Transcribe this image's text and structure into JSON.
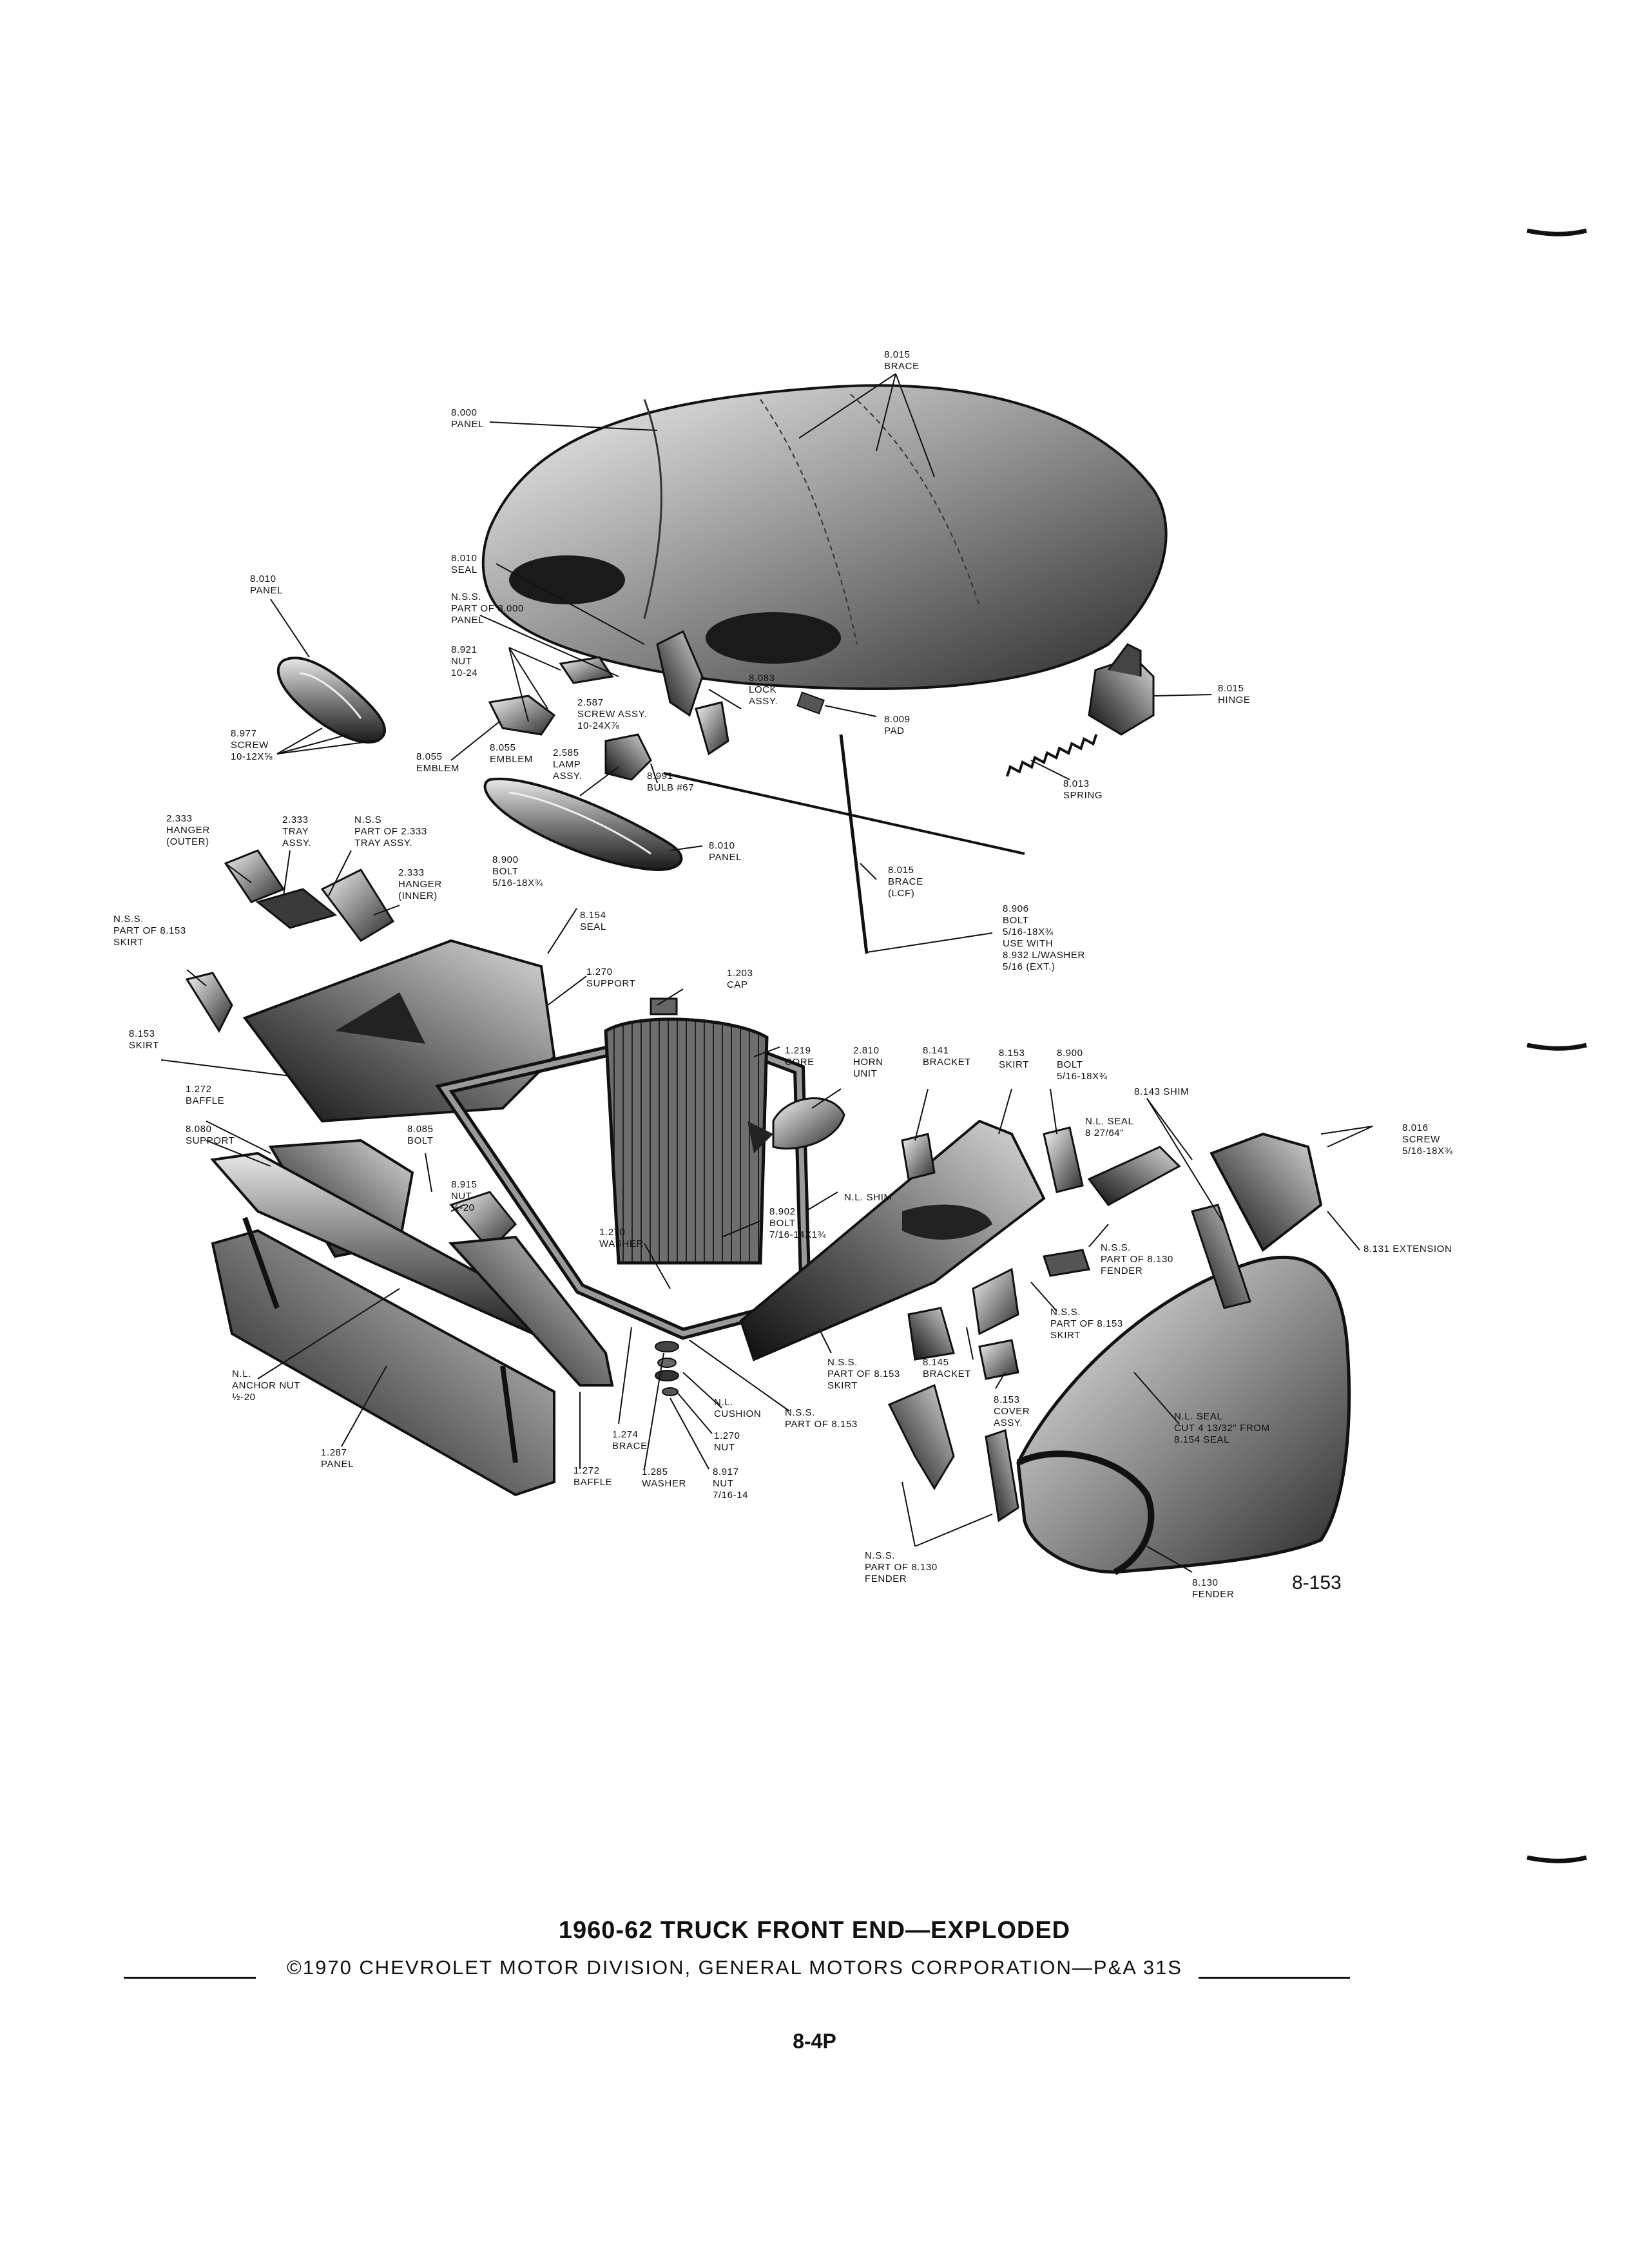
{
  "page": {
    "title": "1960-62 TRUCK FRONT END—EXPLODED",
    "copyright": "©1970 CHEVROLET MOTOR DIVISION, GENERAL MOTORS CORPORATION—P&A 31S",
    "page_number": "8-4P",
    "figure_number": "8-153"
  },
  "callouts": [
    {
      "id": "brace-8015-top",
      "lines": [
        "8.015",
        "BRACE"
      ]
    },
    {
      "id": "panel-8000",
      "lines": [
        "8.000",
        "PANEL"
      ]
    },
    {
      "id": "seal-8010",
      "lines": [
        "8.010",
        "SEAL"
      ]
    },
    {
      "id": "nss-part-8000",
      "lines": [
        "N.S.S.",
        "PART OF 8.000",
        "PANEL"
      ]
    },
    {
      "id": "panel-8010-left",
      "lines": [
        "8.010",
        "PANEL"
      ]
    },
    {
      "id": "nut-8921",
      "lines": [
        "8.921",
        "NUT",
        "10-24"
      ]
    },
    {
      "id": "screw-2587",
      "lines": [
        "2.587",
        "SCREW ASSY.",
        "10-24x⅞"
      ]
    },
    {
      "id": "lock-8083",
      "lines": [
        "8.083",
        "LOCK",
        "ASSY."
      ]
    },
    {
      "id": "pad-8009",
      "lines": [
        "8.009",
        "PAD"
      ]
    },
    {
      "id": "hinge-8015",
      "lines": [
        "8.015",
        "HINGE"
      ]
    },
    {
      "id": "screw-8977",
      "lines": [
        "8.977",
        "SCREW",
        "10-12x⅝"
      ]
    },
    {
      "id": "emblem-8055-a",
      "lines": [
        "8.055",
        "EMBLEM"
      ]
    },
    {
      "id": "emblem-8055-b",
      "lines": [
        "8.055",
        "EMBLEM"
      ]
    },
    {
      "id": "lamp-2585",
      "lines": [
        "2.585",
        "LAMP",
        "ASSY."
      ]
    },
    {
      "id": "bulb-8991",
      "lines": [
        "8.991",
        "BULB #67"
      ]
    },
    {
      "id": "spring-8013",
      "lines": [
        "8.013",
        "SPRING"
      ]
    },
    {
      "id": "hanger-outer-2333",
      "lines": [
        "2.333",
        "HANGER",
        "(OUTER)"
      ]
    },
    {
      "id": "tray-2333",
      "lines": [
        "2.333",
        "TRAY",
        "ASSY."
      ]
    },
    {
      "id": "nss-part-2333",
      "lines": [
        "N.S.S",
        "PART OF 2.333",
        "TRAY ASSY."
      ]
    },
    {
      "id": "panel-8010-lower",
      "lines": [
        "8.010",
        "PANEL"
      ]
    },
    {
      "id": "hanger-inner-2333",
      "lines": [
        "2.333",
        "HANGER",
        "(INNER)"
      ]
    },
    {
      "id": "bolt-8900-left",
      "lines": [
        "8.900",
        "BOLT",
        "5/16-18x¾"
      ]
    },
    {
      "id": "brace-8015-lcf",
      "lines": [
        "8.015",
        "BRACE",
        "(LCF)"
      ]
    },
    {
      "id": "nss-part-8153-skirt-top",
      "lines": [
        "N.S.S.",
        "PART OF 8.153",
        "SKIRT"
      ]
    },
    {
      "id": "seal-8154",
      "lines": [
        "8.154",
        "SEAL"
      ]
    },
    {
      "id": "bolt-8906",
      "lines": [
        "8.906",
        "BOLT",
        "5/16-18x¾",
        "USE WITH",
        "8.932 L/WASHER",
        "5/16 (EXT.)"
      ]
    },
    {
      "id": "support-1270",
      "lines": [
        "1.270",
        "SUPPORT"
      ]
    },
    {
      "id": "cap-1203",
      "lines": [
        "1.203",
        "CAP"
      ]
    },
    {
      "id": "skirt-8153-left",
      "lines": [
        "8.153",
        "SKIRT"
      ]
    },
    {
      "id": "core-1219",
      "lines": [
        "1.219",
        "CORE"
      ]
    },
    {
      "id": "horn-2810",
      "lines": [
        "2.810",
        "HORN",
        "UNIT"
      ]
    },
    {
      "id": "bracket-8141",
      "lines": [
        "8.141",
        "BRACKET"
      ]
    },
    {
      "id": "skirt-8153-right",
      "lines": [
        "8.153",
        "SKIRT"
      ]
    },
    {
      "id": "bolt-8900-right",
      "lines": [
        "8.900",
        "BOLT",
        "5/16-18x¾"
      ]
    },
    {
      "id": "shim-8143",
      "lines": [
        "8.143 SHIM"
      ]
    },
    {
      "id": "baffle-1272-top",
      "lines": [
        "1.272",
        "BAFFLE"
      ]
    },
    {
      "id": "support-8080",
      "lines": [
        "8.080",
        "SUPPORT"
      ]
    },
    {
      "id": "bolt-8085",
      "lines": [
        "8.085",
        "BOLT"
      ]
    },
    {
      "id": "nl-seal-top",
      "lines": [
        "N.L. SEAL",
        "8 27/64\""
      ]
    },
    {
      "id": "screw-8016",
      "lines": [
        "8.016",
        "SCREW",
        "5/16-18x¾"
      ]
    },
    {
      "id": "nut-8915",
      "lines": [
        "8.915",
        "NUT",
        "½-20"
      ]
    },
    {
      "id": "nl-shim",
      "lines": [
        "N.L. SHIM"
      ]
    },
    {
      "id": "bolt-8902",
      "lines": [
        "8.902",
        "BOLT",
        "7/16-14x1¾"
      ]
    },
    {
      "id": "washer-1270",
      "lines": [
        "1.270",
        "WASHER"
      ]
    },
    {
      "id": "extension-8131",
      "lines": [
        "8.131 EXTENSION"
      ]
    },
    {
      "id": "nss-part-8130-fender-top",
      "lines": [
        "N.S.S.",
        "PART OF 8.130",
        "FENDER"
      ]
    },
    {
      "id": "nss-part-8153-skirt-right",
      "lines": [
        "N.S.S.",
        "PART OF 8.153",
        "SKIRT"
      ]
    },
    {
      "id": "nss-part-8153-skirt-mid",
      "lines": [
        "N.S.S.",
        "PART OF 8.153",
        "SKIRT"
      ]
    },
    {
      "id": "bracket-8145",
      "lines": [
        "8.145",
        "BRACKET"
      ]
    },
    {
      "id": "anchor-nut-nl",
      "lines": [
        "N.L.",
        "ANCHOR NUT",
        "½-20"
      ]
    },
    {
      "id": "cushion-nl",
      "lines": [
        "N.L.",
        "CUSHION"
      ]
    },
    {
      "id": "nss-part-8153",
      "lines": [
        "N.S.S.",
        "PART OF 8.153"
      ]
    },
    {
      "id": "cover-8153",
      "lines": [
        "8.153",
        "COVER",
        "ASSY."
      ]
    },
    {
      "id": "nl-seal-cut",
      "lines": [
        "N.L. SEAL",
        "CUT 4 13/32\" FROM",
        "8.154 SEAL"
      ]
    },
    {
      "id": "brace-1274",
      "lines": [
        "1.274",
        "BRACE"
      ]
    },
    {
      "id": "nut-1270",
      "lines": [
        "1.270",
        "NUT"
      ]
    },
    {
      "id": "panel-1287",
      "lines": [
        "1.287",
        "PANEL"
      ]
    },
    {
      "id": "baffle-1272-bottom",
      "lines": [
        "1.272",
        "BAFFLE"
      ]
    },
    {
      "id": "washer-1285",
      "lines": [
        "1.285",
        "WASHER"
      ]
    },
    {
      "id": "nut-8917",
      "lines": [
        "8.917",
        "NUT",
        "7/16-14"
      ]
    },
    {
      "id": "nss-part-8130-fender-bottom",
      "lines": [
        "N.S.S.",
        "PART OF 8.130",
        "FENDER"
      ]
    },
    {
      "id": "fender-8130",
      "lines": [
        "8.130",
        "FENDER"
      ]
    }
  ]
}
